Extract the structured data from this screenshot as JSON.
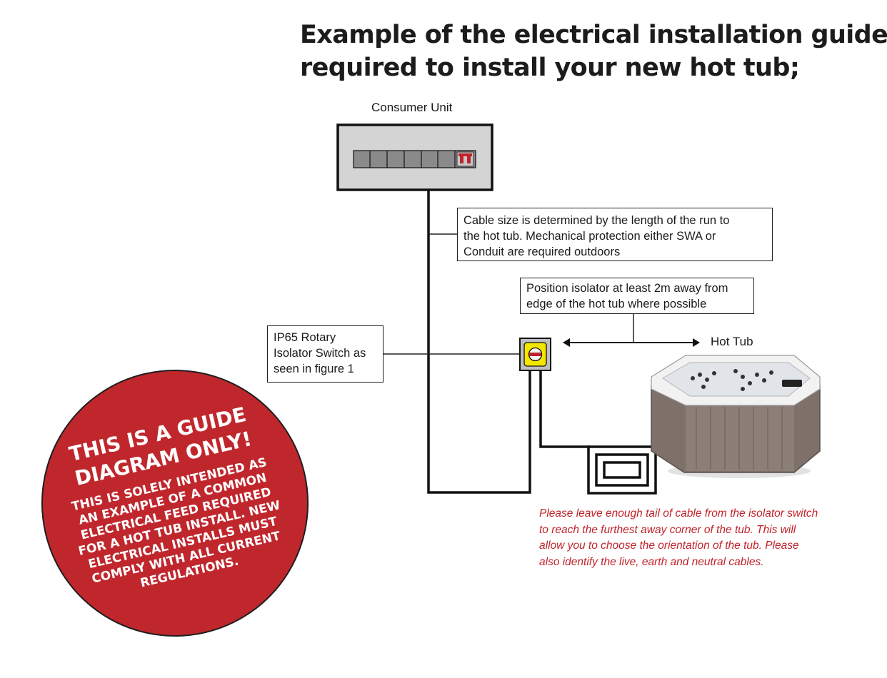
{
  "title": {
    "line1": "Example of the electrical installation guide",
    "line2": "required to install your new hot tub;"
  },
  "consumer_unit": {
    "label": "Consumer Unit"
  },
  "cable_note": {
    "line1": "Cable size is determined by the length of the run to",
    "line2": "the hot tub. Mechanical protection either SWA or",
    "line3": "Conduit are required outdoors"
  },
  "position_note": {
    "line1": "Position isolator at least 2m away from",
    "line2": "edge of the hot tub where possible"
  },
  "isolator_note": {
    "line1": "IP65 Rotary",
    "line2": "Isolator Switch as",
    "line3": "seen in figure 1"
  },
  "hot_tub": {
    "label": "Hot Tub"
  },
  "tail_note": {
    "line1": "Please leave enough tail of cable from the isolator switch",
    "line2": "to reach the furthest away corner of the tub. This will",
    "line3": "allow you to choose the orientation of the tub. Please",
    "line4": "also identify the live, earth and neutral cables."
  },
  "badge": {
    "heading1": "THIS IS A GUIDE",
    "heading2": "DIAGRAM ONLY!",
    "body1": "THIS IS SOLELY INTENDED AS",
    "body2": "AN EXAMPLE OF A COMMON",
    "body3": "ELECTRICAL FEED REQUIRED",
    "body4": "FOR A HOT TUB INSTALL. NEW",
    "body5": "ELECTRICAL INSTALLS MUST",
    "body6": "COMPLY WITH ALL CURRENT",
    "body7": "REGULATIONS."
  },
  "colors": {
    "accent_red": "#c0272d",
    "isolator_yellow": "#f3e600",
    "breaker_red": "#c0232b"
  }
}
